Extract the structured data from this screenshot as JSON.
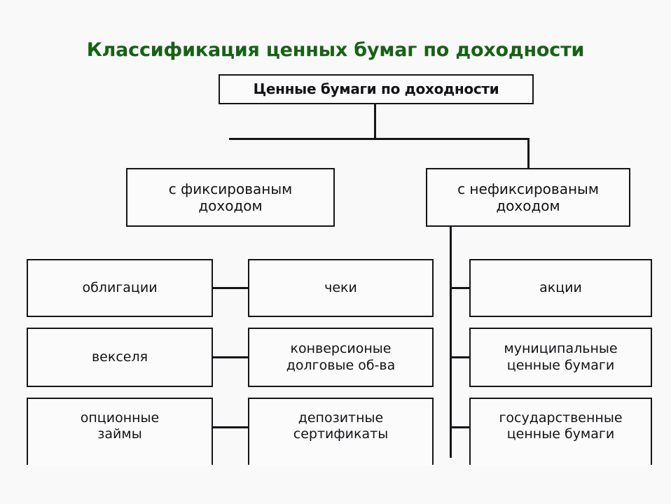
{
  "diagram": {
    "title": "Классификация ценных бумаг по доходности",
    "title_color": "#176117",
    "background_color": "#f9f9f9",
    "line_color": "#15151a",
    "box_fill": "#fbfbfb",
    "root": {
      "label": "Ценные бумаги по доходности"
    },
    "level2": [
      {
        "id": "fixed",
        "label": "с фиксированым\nдоходом"
      },
      {
        "id": "unfixed",
        "label": "с нефиксированым\nдоходом"
      }
    ],
    "leaves": {
      "column1": [
        {
          "label": "облигации"
        },
        {
          "label": "векселя"
        },
        {
          "label": "опционные\nзаймы"
        }
      ],
      "column2": [
        {
          "label": "чеки"
        },
        {
          "label": "конверсионые\nдолговые об-ва"
        },
        {
          "label": "депозитные\nсертификаты"
        }
      ],
      "column3": [
        {
          "label": "акции"
        },
        {
          "label": "муниципальные\nценные бумаги"
        },
        {
          "label": "государственные\nценные бумаги"
        }
      ]
    }
  }
}
